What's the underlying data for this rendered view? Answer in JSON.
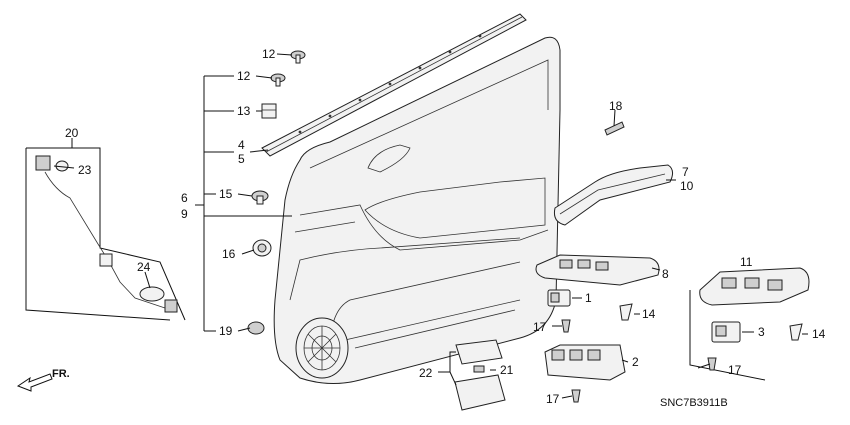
{
  "callouts": {
    "c1": "1",
    "c2": "2",
    "c3": "3",
    "c4": "4",
    "c5": "5",
    "c6": "6",
    "c7": "7",
    "c8": "8",
    "c9": "9",
    "c10": "10",
    "c11": "11",
    "c12a": "12",
    "c12b": "12",
    "c13": "13",
    "c14a": "14",
    "c14b": "14",
    "c15": "15",
    "c16": "16",
    "c17a": "17",
    "c17b": "17",
    "c17c": "17",
    "c18": "18",
    "c19": "19",
    "c20": "20",
    "c21": "21",
    "c22": "22",
    "c23": "23",
    "c24": "24"
  },
  "direction_label": "FR.",
  "reference_code": "SNC7B3911B"
}
